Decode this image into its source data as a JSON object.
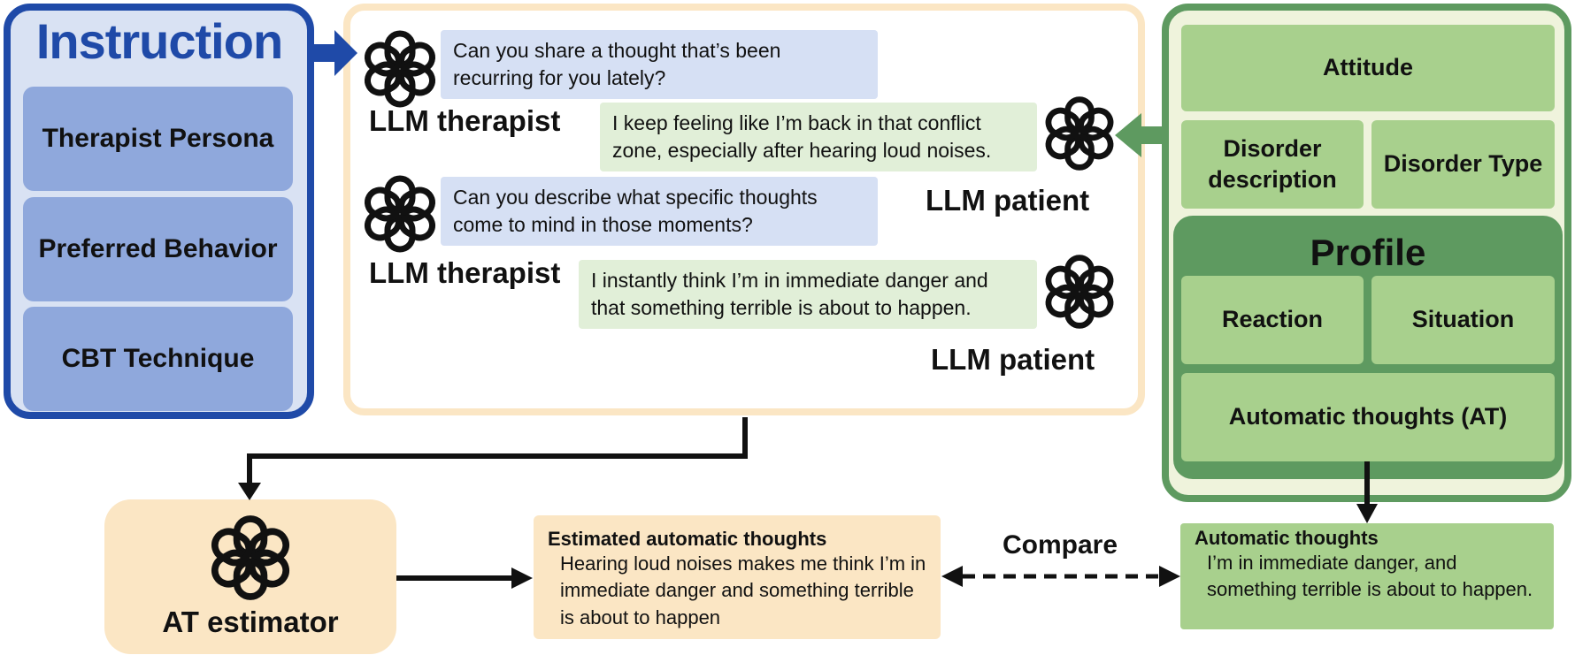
{
  "instruction": {
    "title": "Instruction",
    "items": [
      "Therapist Persona",
      "Preferred Behavior",
      "CBT Technique"
    ]
  },
  "dialogue": {
    "turns": [
      {
        "speaker": "LLM therapist",
        "text": "Can you share a thought that’s been recurring for you lately?"
      },
      {
        "speaker": "LLM patient",
        "text": "I keep feeling like I’m back in that conflict zone, especially after hearing loud noises."
      },
      {
        "speaker": "LLM therapist",
        "text": "Can you describe what specific thoughts come to mind in those moments?"
      },
      {
        "speaker": "LLM patient",
        "text": "I instantly think I’m in immediate danger and that something terrible is about to happen."
      }
    ]
  },
  "patient_profile": {
    "attitude": "Attitude",
    "disorder_description": "Disorder description",
    "disorder_type": "Disorder Type",
    "profile_title": "Profile",
    "reaction": "Reaction",
    "situation": "Situation",
    "automatic_thoughts": "Automatic  thoughts (AT)"
  },
  "estimator": {
    "label": "AT estimator",
    "estimated_title": "Estimated automatic thoughts",
    "estimated_text": "Hearing loud noises makes me think I’m in immediate danger and something terrible is about to happen",
    "compare_label": "Compare",
    "at_title": "Automatic thoughts",
    "at_text": "I’m in immediate danger, and something terrible is about to happen."
  },
  "colors": {
    "instruction_blue": "#1f4aa8",
    "instruction_item": "#8fa8dc",
    "dialog_border": "#fbe6c4",
    "profile_green": "#5e9a60",
    "profile_box": "#a8d08d"
  },
  "icons": [
    "openai-logo-icon"
  ]
}
